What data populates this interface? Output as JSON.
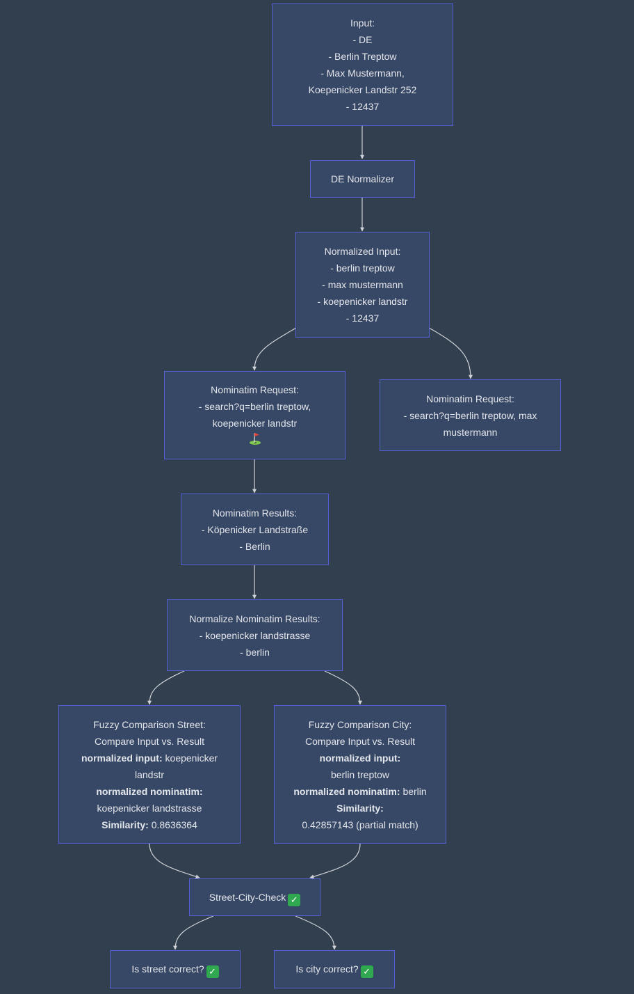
{
  "nodes": {
    "input": {
      "lines": [
        "Input:",
        "- DE",
        "- Berlin Treptow",
        "- Max Mustermann,",
        "Koepenicker Landstr 252",
        "- 12437"
      ]
    },
    "de_normalizer": {
      "label": "DE Normalizer"
    },
    "normalized_input": {
      "lines": [
        "Normalized Input:",
        "- berlin treptow",
        "- max mustermann",
        "- koepenicker landstr",
        "- 12437"
      ]
    },
    "request_street": {
      "lines": [
        "Nominatim Request:",
        "- search?q=berlin treptow,",
        "koepenicker landstr"
      ],
      "icon": "golf-flag-icon"
    },
    "request_name": {
      "lines": [
        "Nominatim Request:",
        "- search?q=berlin treptow, max",
        "mustermann"
      ]
    },
    "results": {
      "lines": [
        "Nominatim Results:",
        "- Köpenicker Landstraße",
        "- Berlin"
      ]
    },
    "normalize_results": {
      "lines": [
        "Normalize Nominatim Results:",
        "- koepenicker landstrasse",
        "- berlin"
      ]
    },
    "fuzzy_street": {
      "title": "Fuzzy Comparison Street:",
      "subtitle": "Compare Input vs. Result",
      "input_label": "normalized input:",
      "input_value_1": "koepenicker",
      "input_value_2": "landstr",
      "nominatim_label": "normalized nominatim:",
      "nominatim_value": "koepenicker landstrasse",
      "similarity_label": "Similarity:",
      "similarity_value": "0.8636364"
    },
    "fuzzy_city": {
      "title": "Fuzzy Comparison City:",
      "subtitle": "Compare Input vs. Result",
      "input_label": "normalized input:",
      "input_value": "berlin treptow",
      "nominatim_label": "normalized nominatim:",
      "nominatim_value": "berlin",
      "similarity_label": "Similarity:",
      "similarity_value": "0.42857143 (partial match)"
    },
    "street_city_check": {
      "label": "Street-City-Check",
      "icon": "check-mark-icon"
    },
    "street_correct": {
      "label": "Is street correct?",
      "icon": "check-mark-icon"
    },
    "city_correct": {
      "label": "Is city correct?",
      "icon": "check-mark-icon"
    }
  },
  "colors": {
    "background": "#323f4f",
    "node_fill": "#374766",
    "node_border": "#5560d6",
    "text": "#e3e6ea",
    "edge": "#d0d4d9",
    "check": "#2fa84f"
  }
}
